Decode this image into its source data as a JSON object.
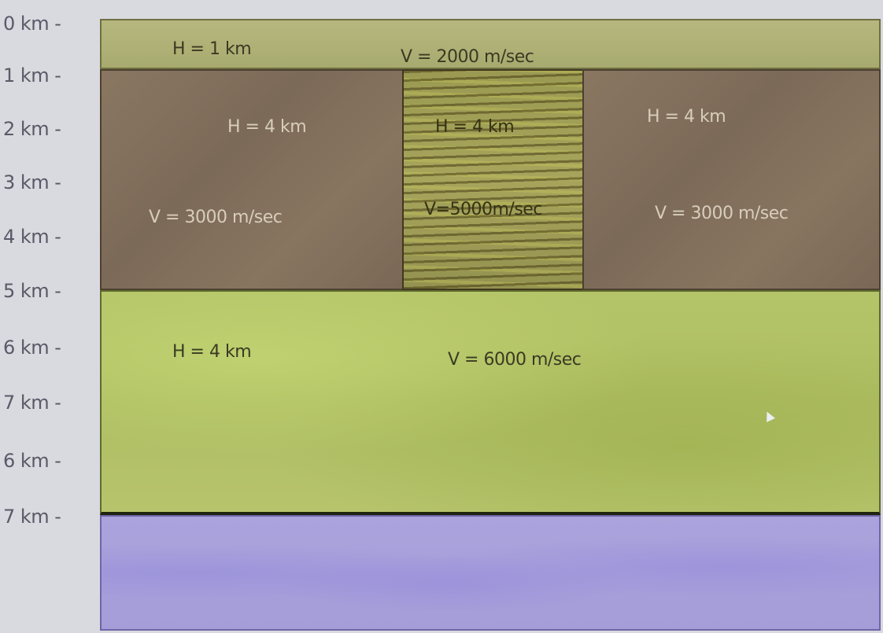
{
  "depth_scale": [
    "0 km -",
    "1 km -",
    "2 km -",
    "3 km -",
    "4 km -",
    "5 km -",
    "6 km -",
    "7 km -",
    "6 km -",
    "7 km -"
  ],
  "layers": {
    "top": {
      "thickness": "H = 1 km",
      "velocity": "V = 2000 m/sec",
      "color": "#aeb076"
    },
    "left": {
      "thickness": "H = 4 km",
      "velocity": "V = 3000 m/sec",
      "color": "#7c6a58"
    },
    "center": {
      "thickness": "H = 4 km",
      "velocity": "V=5000m/sec",
      "color": "#9b9a52"
    },
    "right": {
      "thickness": "H = 4 km",
      "velocity": "V = 3000 m/sec",
      "color": "#7c6a58"
    },
    "lower": {
      "thickness": "H = 4 km",
      "velocity": "V = 6000 m/sec",
      "color": "#b4c468"
    },
    "basement": {
      "color": "#a59dd8"
    }
  }
}
